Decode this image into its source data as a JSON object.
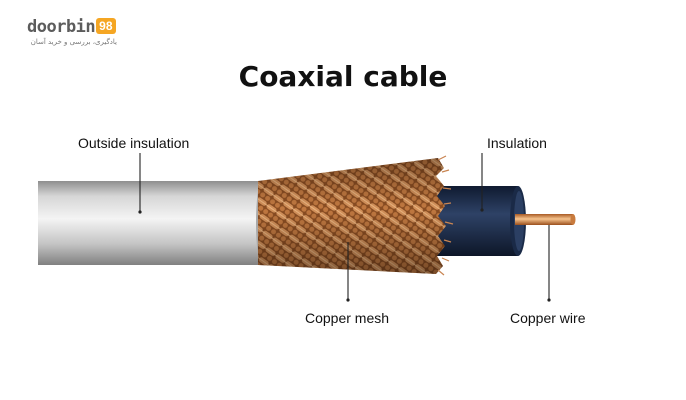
{
  "brand": {
    "name": "doorbin",
    "number": "98",
    "tagline": "یادگیری، بررسی و خرید آسان"
  },
  "title": "Coaxial cable",
  "labels": {
    "outside_insulation": "Outside insulation",
    "insulation": "Insulation",
    "copper_mesh": "Copper mesh",
    "copper_wire": "Copper wire"
  },
  "colors": {
    "outer_jacket": "#c9c9c9",
    "copper_braid": "#b8703f",
    "inner_insulation": "#1f2f4f",
    "copper_core": "#e39a58",
    "leader_line": "#222222"
  }
}
